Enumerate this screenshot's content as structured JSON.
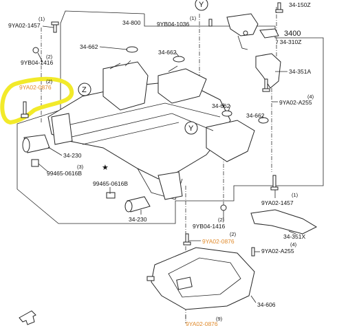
{
  "callouts": {
    "p_9ya02_1457_top": {
      "qty": "(1)",
      "code": "9YA02-1457"
    },
    "p_9yb04_1416_left": {
      "qty": "(2)",
      "code": "9YB04-1416"
    },
    "p_9ya02_0876_left": {
      "qty": "(2)",
      "code": "9YA02-0876"
    },
    "p_34_662_a": {
      "code": "34-662"
    },
    "p_34_662_b": {
      "code": "34-662"
    },
    "p_34_662_c": {
      "code": "34-662"
    },
    "p_34_662_d": {
      "code": "34-662"
    },
    "p_34_800": {
      "code": "34-800"
    },
    "p_9yb04_1036": {
      "qty": "(1)",
      "code": "9YB04-1036"
    },
    "p_34_150z": {
      "code": "34-150Z"
    },
    "p_3400": {
      "code": "3400"
    },
    "p_34_310z": {
      "code": "/ 34-310Z"
    },
    "p_34_351a": {
      "code": "34-351A"
    },
    "p_9ya02_a255_top": {
      "qty": "(4)",
      "code": "9YA02-A255"
    },
    "p_34_230_left": {
      "code": "34-230"
    },
    "p_99465_0616b_left": {
      "qty": "(3)",
      "code": "99465-0616B"
    },
    "p_99465_0616b_mid": {
      "code": "99465-0616B"
    },
    "p_34_230_mid": {
      "code": "34-230"
    },
    "p_9ya02_1457_right": {
      "qty": "(1)",
      "code": "9YA02-1457"
    },
    "p_9yb04_1416_mid": {
      "qty": "(2)",
      "code": "9YB04-1416"
    },
    "p_9ya02_0876_mid": {
      "qty": "(2)",
      "code": "9YA02-0876"
    },
    "p_34_351x": {
      "code": "34-351X"
    },
    "p_9ya02_a255_bottom": {
      "qty": "(4)",
      "code": "9YA02-A255"
    },
    "p_34_606": {
      "code": "34-606"
    },
    "p_9ya02_0876_bottom": {
      "qty": "(9)",
      "code": "9YA02-0876"
    }
  },
  "view_markers": {
    "z": "Z",
    "y1": "Y",
    "y2": "Y"
  },
  "highlight_color": "#f2ea2a",
  "highlight_text_color": "#e08a2b",
  "front_icon": "front-arrow-icon"
}
